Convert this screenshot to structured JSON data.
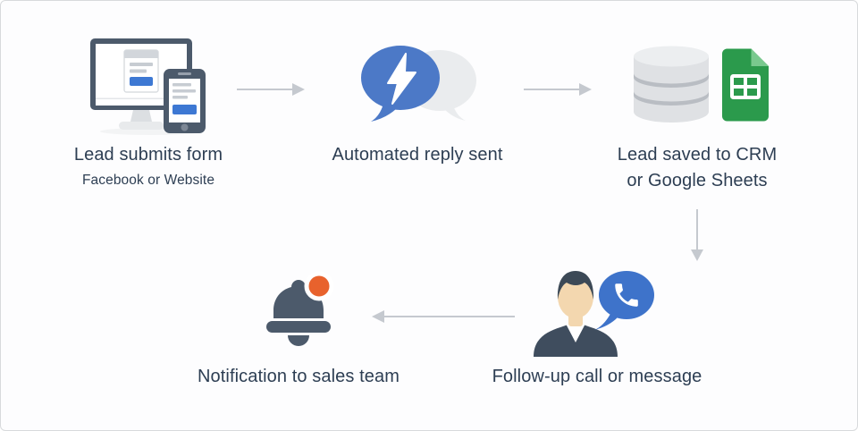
{
  "palette": {
    "bg": "#fdfdfe",
    "border": "#d8dadc",
    "text": "#2d3e53",
    "arrow": "#c5c9cf",
    "slate": "#4c5a6b",
    "slate_dark": "#3f4d5e",
    "hair": "#3c4956",
    "blue": "#4c79c7",
    "blue_button": "#3d78d3",
    "bubble_blue": "#3e73ca",
    "skin": "#f3d7af",
    "orange": "#e8622d",
    "green": "#2b9a4c",
    "green_light": "#79c98e",
    "gray_light": "#eaecee",
    "gray_db": "#dfe1e4",
    "gray_db_dark": "#b9bdc3"
  },
  "nodes": [
    {
      "label": "Lead submits form",
      "sublabel": "Facebook or Website",
      "icon": "desktop-mobile-form-icon"
    },
    {
      "label": "Automated reply sent",
      "icon": "chat-bubbles-lightning-icon"
    },
    {
      "label": "Lead saved to CRM",
      "label_line2": "or Google Sheets",
      "icon": "database-google-sheets-icon"
    },
    {
      "label": "Follow-up call or message",
      "icon": "person-call-bubble-icon"
    },
    {
      "label": "Notification to sales team",
      "icon": "bell-notification-icon"
    }
  ],
  "arrows": [
    {
      "from": "Lead submits form",
      "to": "Automated reply sent",
      "direction": "right"
    },
    {
      "from": "Automated reply sent",
      "to": "Lead saved to CRM or Google Sheets",
      "direction": "right"
    },
    {
      "from": "Lead saved to CRM or Google Sheets",
      "to": "Follow-up call or message",
      "direction": "down"
    },
    {
      "from": "Follow-up call or message",
      "to": "Notification to sales team",
      "direction": "left"
    }
  ]
}
